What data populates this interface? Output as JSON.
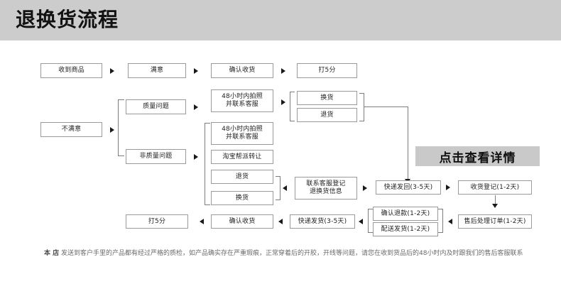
{
  "header": {
    "title": "退换货流程",
    "band_color": "#cccccc"
  },
  "cta": {
    "label": "点击查看详情",
    "background": "#c9c9c9"
  },
  "footer": {
    "lead": "本 店",
    "text": " 发送到客户手里的产品都有经过严格的质检，如产品确实存在严重瑕痕，正常穿着后的开胶，开线等问题，请您在收到货品后的48小时内及时跟我们的售后客服联系"
  },
  "flow": {
    "nodes": [
      {
        "id": "n1",
        "label": "收到商品"
      },
      {
        "id": "n2",
        "label": "满意"
      },
      {
        "id": "n3",
        "label": "确认收货"
      },
      {
        "id": "n4",
        "label": "打5分"
      },
      {
        "id": "n5",
        "label": "不满意"
      },
      {
        "id": "n6",
        "label": "质量问题"
      },
      {
        "id": "n7",
        "label": "非质量问题"
      },
      {
        "id": "n8",
        "label": "48小时内拍照\n并联系客服"
      },
      {
        "id": "n9",
        "label": "换货"
      },
      {
        "id": "n10",
        "label": "退货"
      },
      {
        "id": "n11",
        "label": "48小时内拍照\n并联系客服"
      },
      {
        "id": "n12",
        "label": "淘宝帮派转让"
      },
      {
        "id": "n13",
        "label": "退货"
      },
      {
        "id": "n14",
        "label": "换货"
      },
      {
        "id": "n15",
        "label": "联系客服登记\n退换货信息"
      },
      {
        "id": "n16",
        "label": "快递发回(3-5天)"
      },
      {
        "id": "n17",
        "label": "收货登记(1-2天)"
      },
      {
        "id": "n18",
        "label": "确认退款(1-2天)"
      },
      {
        "id": "n19",
        "label": "配送发货(1-2天)"
      },
      {
        "id": "n20",
        "label": "售后处理订单(1-2天)"
      },
      {
        "id": "n21",
        "label": "快递发货(3-5天)"
      },
      {
        "id": "n22",
        "label": "确认收货"
      },
      {
        "id": "n23",
        "label": "打5分"
      }
    ]
  },
  "colors": {
    "box_border": "#9a9a9a",
    "line": "#7d7d7d",
    "arrow": "#1a1a1a",
    "text": "#222222"
  }
}
